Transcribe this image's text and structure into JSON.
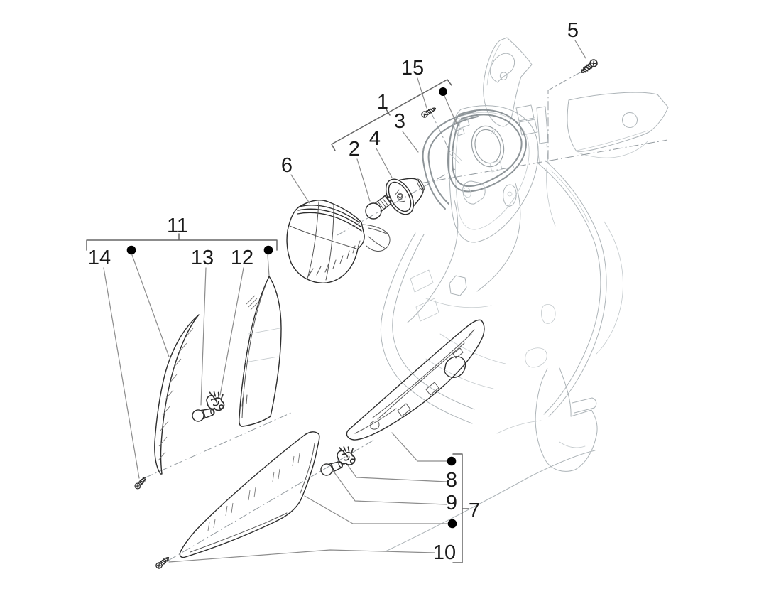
{
  "figure": {
    "type": "exploded-parts-diagram",
    "subject": "scooter front shield and headlamp exploded view",
    "background": "#ffffff"
  },
  "colors": {
    "label": "#1a1a1a",
    "leader_line": "#8c8c8c",
    "bracket_line": "#666666",
    "reference_dot": "#000000",
    "part_line": "#2e2e2e",
    "body_line": "#adb4b8",
    "bezel_line": "#8d9498"
  },
  "callouts": {
    "n1": "1",
    "n2": "2",
    "n3": "3",
    "n4": "4",
    "n5": "5",
    "n6": "6",
    "n7": "7",
    "n8": "8",
    "n9": "9",
    "n10": "10",
    "n11": "11",
    "n12": "12",
    "n13": "13",
    "n14": "14",
    "n15": "15"
  }
}
